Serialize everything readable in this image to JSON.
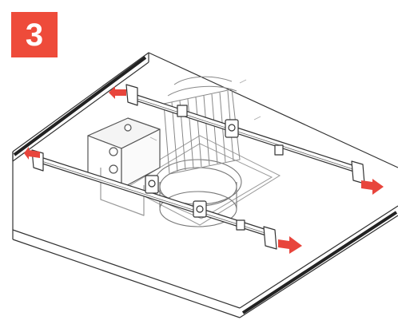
{
  "step": {
    "number": "3",
    "badge_color": "#ee4b3a"
  },
  "illustration": {
    "arrow_color": "#e8453c",
    "line_color": "#333333",
    "components": [
      "ceiling-panel",
      "hanger-bar-rear",
      "hanger-bar-front",
      "junction-box",
      "led-driver-heatsink",
      "mounting-plate"
    ],
    "arrow_directions": [
      "rear-left",
      "rear-right",
      "front-left",
      "front-right"
    ]
  }
}
